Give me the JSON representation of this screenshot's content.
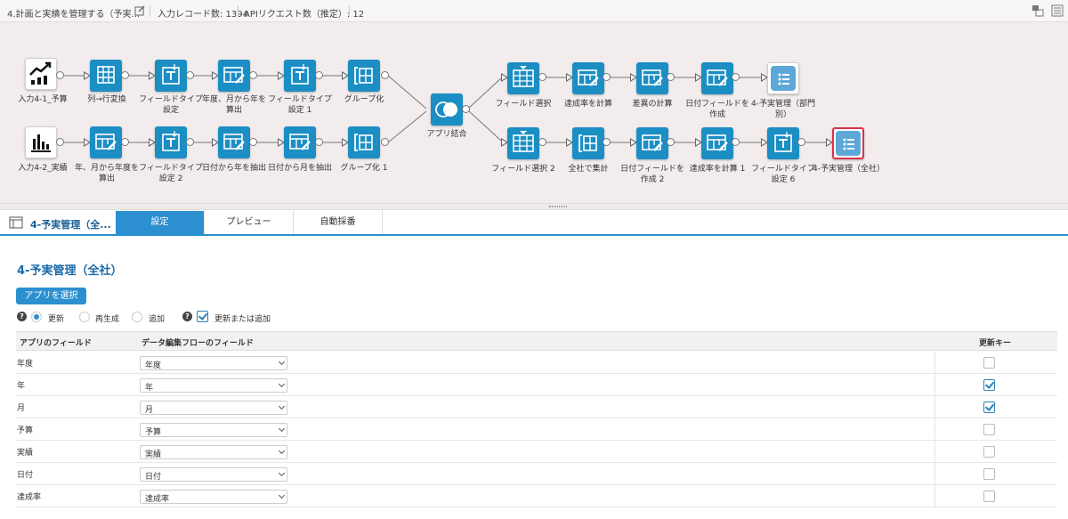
{
  "topbar": {
    "flow_title": "4.計画と実績を管理する（予実...",
    "input_records": "入力レコード数: 1394",
    "api_requests": "APIリクエスト数（推定）: 12"
  },
  "flow": {
    "row1": [
      "入力4-1_予算",
      "列→行変換",
      "フィールドタイプ設定",
      "年度、月から年を算出",
      "フィールドタイプ設定 1",
      "グループ化"
    ],
    "row2": [
      "入力4-2_実績",
      "年、月から年度を算出",
      "フィールドタイプ設定 2",
      "日付から年を抽出",
      "日付から月を抽出",
      "グループ化 1"
    ],
    "join": "アプリ結合",
    "row3": [
      "フィールド選択",
      "達成率を計算",
      "差異の計算",
      "日付フィールドを作成",
      "4-予実管理（部門別）"
    ],
    "row4": [
      "フィールド選択 2",
      "全社で集計",
      "日付フィールドを作成 2",
      "達成率を計算 1",
      "フィールドタイプ設定 6",
      "4-予実管理（全社）"
    ]
  },
  "tabs": {
    "node_title": "4-予実管理（全...",
    "settings": "設定",
    "preview": "プレビュー",
    "auto_number": "自動採番"
  },
  "panel": {
    "heading": "4-予実管理（全社）",
    "select_app": "アプリを選択",
    "mode_update": "更新",
    "mode_regenerate": "再生成",
    "mode_add": "追加",
    "update_or_add": "更新または追加",
    "update_or_add_checked": true,
    "selected_mode": "更新"
  },
  "table": {
    "col_app_field": "アプリのフィールド",
    "col_flow_field": "データ編集フローのフィールド",
    "col_update_key": "更新キー",
    "rows": [
      {
        "app_field": "年度",
        "flow_field": "年度",
        "update_key": false
      },
      {
        "app_field": "年",
        "flow_field": "年",
        "update_key": true
      },
      {
        "app_field": "月",
        "flow_field": "月",
        "update_key": true
      },
      {
        "app_field": "予算",
        "flow_field": "予算",
        "update_key": false
      },
      {
        "app_field": "実績",
        "flow_field": "実績",
        "update_key": false
      },
      {
        "app_field": "日付",
        "flow_field": "日付",
        "update_key": false
      },
      {
        "app_field": "達成率",
        "flow_field": "達成率",
        "update_key": false
      }
    ]
  },
  "colors": {
    "accent": "#2c8fd0",
    "node": "#1b8ec4",
    "selected_border": "#d9334b"
  }
}
